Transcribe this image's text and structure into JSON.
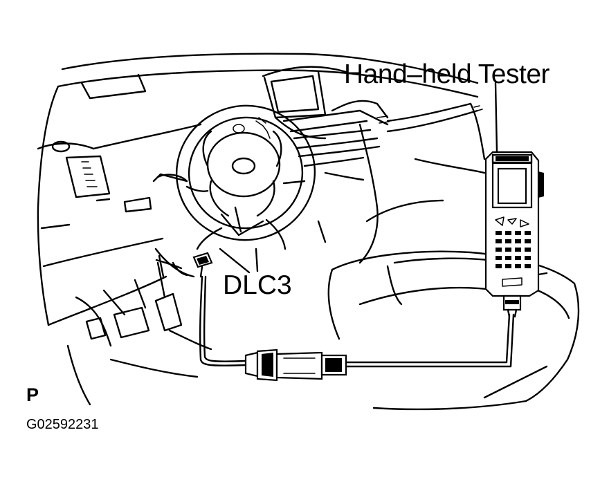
{
  "labels": {
    "tester": "Hand–held Tester",
    "connector": "DLC3",
    "marker": "P",
    "figure_code": "G02592231"
  },
  "colors": {
    "ink": "#000000",
    "paper": "#ffffff"
  }
}
